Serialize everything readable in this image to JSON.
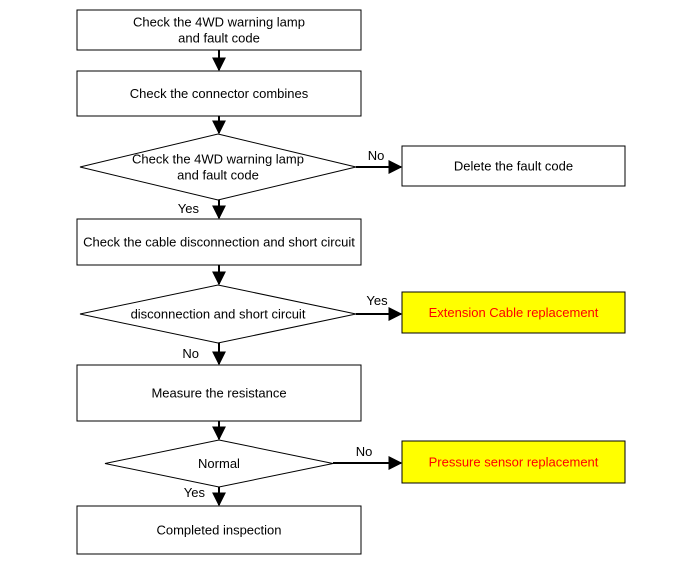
{
  "flowchart": {
    "nodes": [
      {
        "id": "check-lamp-1",
        "shape": "process",
        "lines": [
          "Check the 4WD warning lamp",
          "and fault code"
        ]
      },
      {
        "id": "check-connector",
        "shape": "process",
        "lines": [
          "Check the connector combines"
        ]
      },
      {
        "id": "decision-lamp",
        "shape": "decision",
        "lines": [
          "Check the 4WD warning lamp",
          "and fault code"
        ]
      },
      {
        "id": "delete-fault",
        "shape": "process",
        "lines": [
          "Delete the fault code"
        ]
      },
      {
        "id": "check-cable",
        "shape": "process",
        "lines": [
          "Check the cable disconnection and short circuit"
        ]
      },
      {
        "id": "decision-disconnection",
        "shape": "decision",
        "lines": [
          "disconnection and short circuit"
        ]
      },
      {
        "id": "extension-cable",
        "shape": "process",
        "highlight": true,
        "lines": [
          "Extension Cable replacement"
        ]
      },
      {
        "id": "measure-resistance",
        "shape": "process",
        "lines": [
          "Measure the resistance"
        ]
      },
      {
        "id": "decision-normal",
        "shape": "decision",
        "lines": [
          "Normal"
        ]
      },
      {
        "id": "pressure-sensor",
        "shape": "process",
        "highlight": true,
        "lines": [
          "Pressure sensor replacement"
        ]
      },
      {
        "id": "completed",
        "shape": "process",
        "lines": [
          "Completed inspection"
        ]
      }
    ],
    "edges": [
      {
        "id": "e1",
        "from": "check-lamp-1",
        "to": "check-connector",
        "label": ""
      },
      {
        "id": "e2",
        "from": "check-connector",
        "to": "decision-lamp",
        "label": ""
      },
      {
        "id": "e3",
        "from": "decision-lamp",
        "to": "delete-fault",
        "label": "No"
      },
      {
        "id": "e4",
        "from": "decision-lamp",
        "to": "check-cable",
        "label": "Yes"
      },
      {
        "id": "e5",
        "from": "check-cable",
        "to": "decision-disconnection",
        "label": ""
      },
      {
        "id": "e6",
        "from": "decision-disconnection",
        "to": "extension-cable",
        "label": "Yes"
      },
      {
        "id": "e7",
        "from": "decision-disconnection",
        "to": "measure-resistance",
        "label": "No"
      },
      {
        "id": "e8",
        "from": "measure-resistance",
        "to": "decision-normal",
        "label": ""
      },
      {
        "id": "e9",
        "from": "decision-normal",
        "to": "pressure-sensor",
        "label": "No"
      },
      {
        "id": "e10",
        "from": "decision-normal",
        "to": "completed",
        "label": "Yes"
      }
    ]
  },
  "colors": {
    "stroke": "#000000",
    "fill": "#ffffff",
    "highlight_fill": "#ffff00",
    "highlight_text": "#ff0000"
  }
}
